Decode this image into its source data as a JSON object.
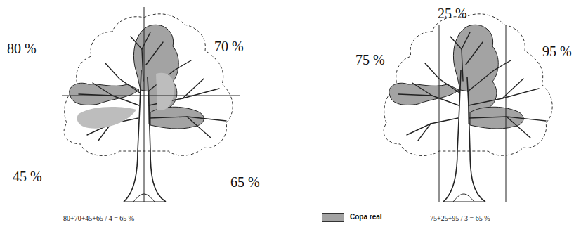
{
  "diagram": {
    "labels": [
      "80 %",
      "70 %",
      "45 %",
      "65 %",
      "80+70+45+65 / 4 = 65 %",
      "25 %",
      "75 %",
      "95 %",
      "75+25+95 / 3 = 65 %"
    ],
    "legend": [
      {
        "text": "Copa real",
        "color": "#a3a3a3"
      }
    ]
  }
}
